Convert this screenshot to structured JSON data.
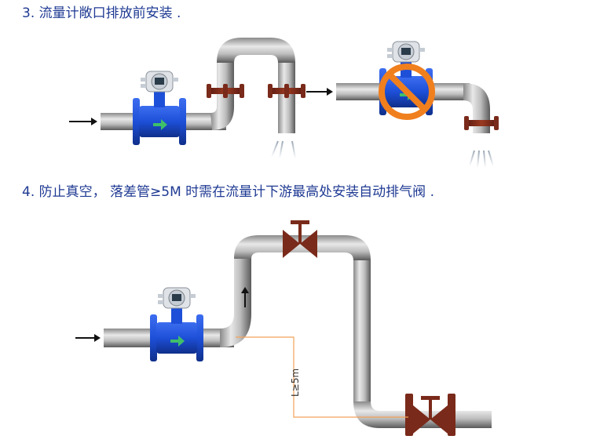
{
  "step3": {
    "number": "3.",
    "title": "流量计敞口排放前安装 ."
  },
  "step4": {
    "number": "4.",
    "title": "防止真空，  落差管≥5M 时需在流量计下游最高处安装自动排气阀 ."
  },
  "dimension_label": "L≥5m",
  "colors": {
    "heading": "#1f3a93",
    "pipe_dark": "#6f6f6f",
    "pipe_light": "#e4e4e4",
    "meter_blue": "#1d4fd8",
    "flange_red": "#7a2a1a",
    "forbid_orange": "#f07f1e",
    "dimension_line": "#f2a25a"
  },
  "icons": {
    "flow_arrow": "arrow-right-icon",
    "up_arrow": "arrow-up-icon",
    "forbidden": "prohibited-icon",
    "valve": "gate-valve-icon"
  }
}
